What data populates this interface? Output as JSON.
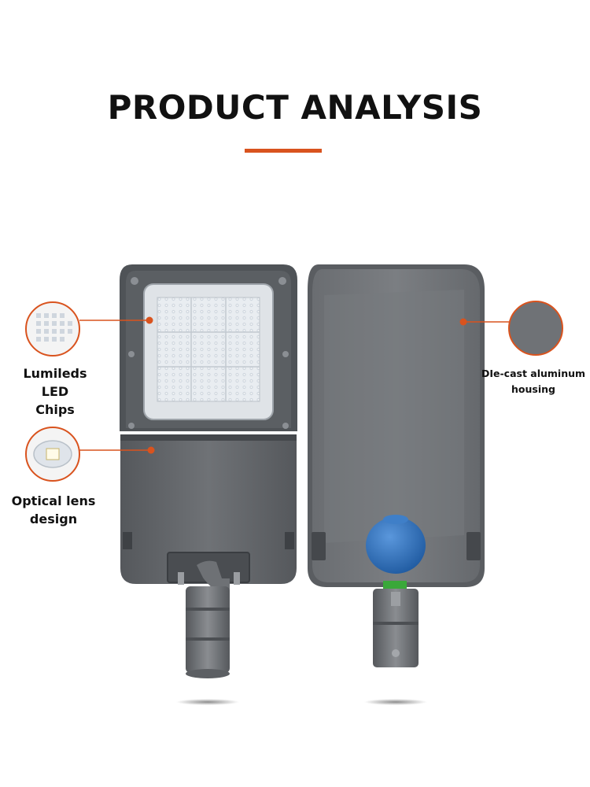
{
  "header": {
    "title": "PRODUCT ANALYSIS"
  },
  "callouts": {
    "led": {
      "line1": "Lumileds LED",
      "line2": "Chips"
    },
    "lens": {
      "line1": "Optical lens",
      "line2": "design"
    },
    "housing": {
      "line1": "DIe-cast aluminum",
      "line2": "housing"
    }
  },
  "colors": {
    "accent": "#d9531e",
    "housing_gray": "#6e7074",
    "photocell_blue": "#2f6fb8"
  }
}
